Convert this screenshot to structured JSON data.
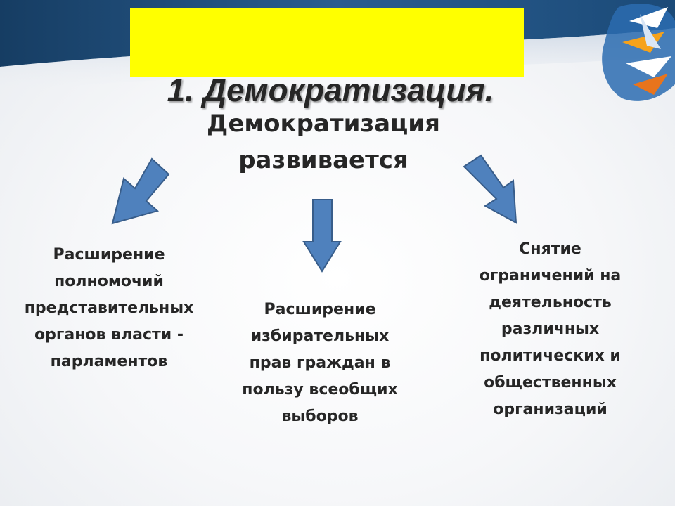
{
  "heading": {
    "title": "1. Демократизация.",
    "subtitle_lines": [
      "Демократизация",
      "развивается"
    ]
  },
  "branches": [
    {
      "lines": [
        "Расширение",
        "полномочий",
        "представительных",
        "органов власти -",
        "парламентов"
      ]
    },
    {
      "lines": [
        "Расширение",
        "избирательных",
        "прав граждан в",
        "пользу всеобщих",
        "выборов"
      ]
    },
    {
      "lines": [
        "Снятие",
        "ограничений на",
        "деятельность",
        "различных",
        "политических и",
        "общественных",
        "организаций"
      ]
    }
  ],
  "colors": {
    "highlight": "#ffff00",
    "arrow_fill": "#4f81bd",
    "arrow_stroke": "#385d8a",
    "text": "#262626",
    "swoosh": "#1f4e79"
  },
  "icons": {
    "corner": "arrows-swirl-logo",
    "arrows": "down-arrow"
  }
}
